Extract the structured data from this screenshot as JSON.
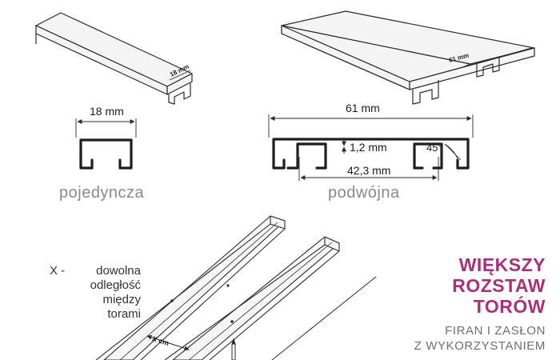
{
  "labels": {
    "single_top_dim": "18 mm",
    "double_top_dim": "61 mm",
    "single_width": "18 mm",
    "double_width": "61 mm",
    "gap": "1,2 mm",
    "angle": "45°",
    "inner_width": "42,3 mm",
    "single_caption": "pojedyncza",
    "double_caption": "podwójna",
    "x_cm": "X cm"
  },
  "note": {
    "prefix": "X -",
    "lines": [
      "dowolna",
      "odległość",
      "między",
      "torami"
    ]
  },
  "headline": {
    "lines": [
      "WIĘKSZY",
      "ROZSTAW",
      "TORÓW"
    ],
    "sub_lines": [
      "FIRAN I ZASŁON",
      "Z WYKORZYSTANIEM"
    ]
  },
  "colors": {
    "accent": "#a8307a",
    "sub": "#6f6f6f",
    "line": "#2a2a2a",
    "rail_fill": "#f4f4f4"
  }
}
